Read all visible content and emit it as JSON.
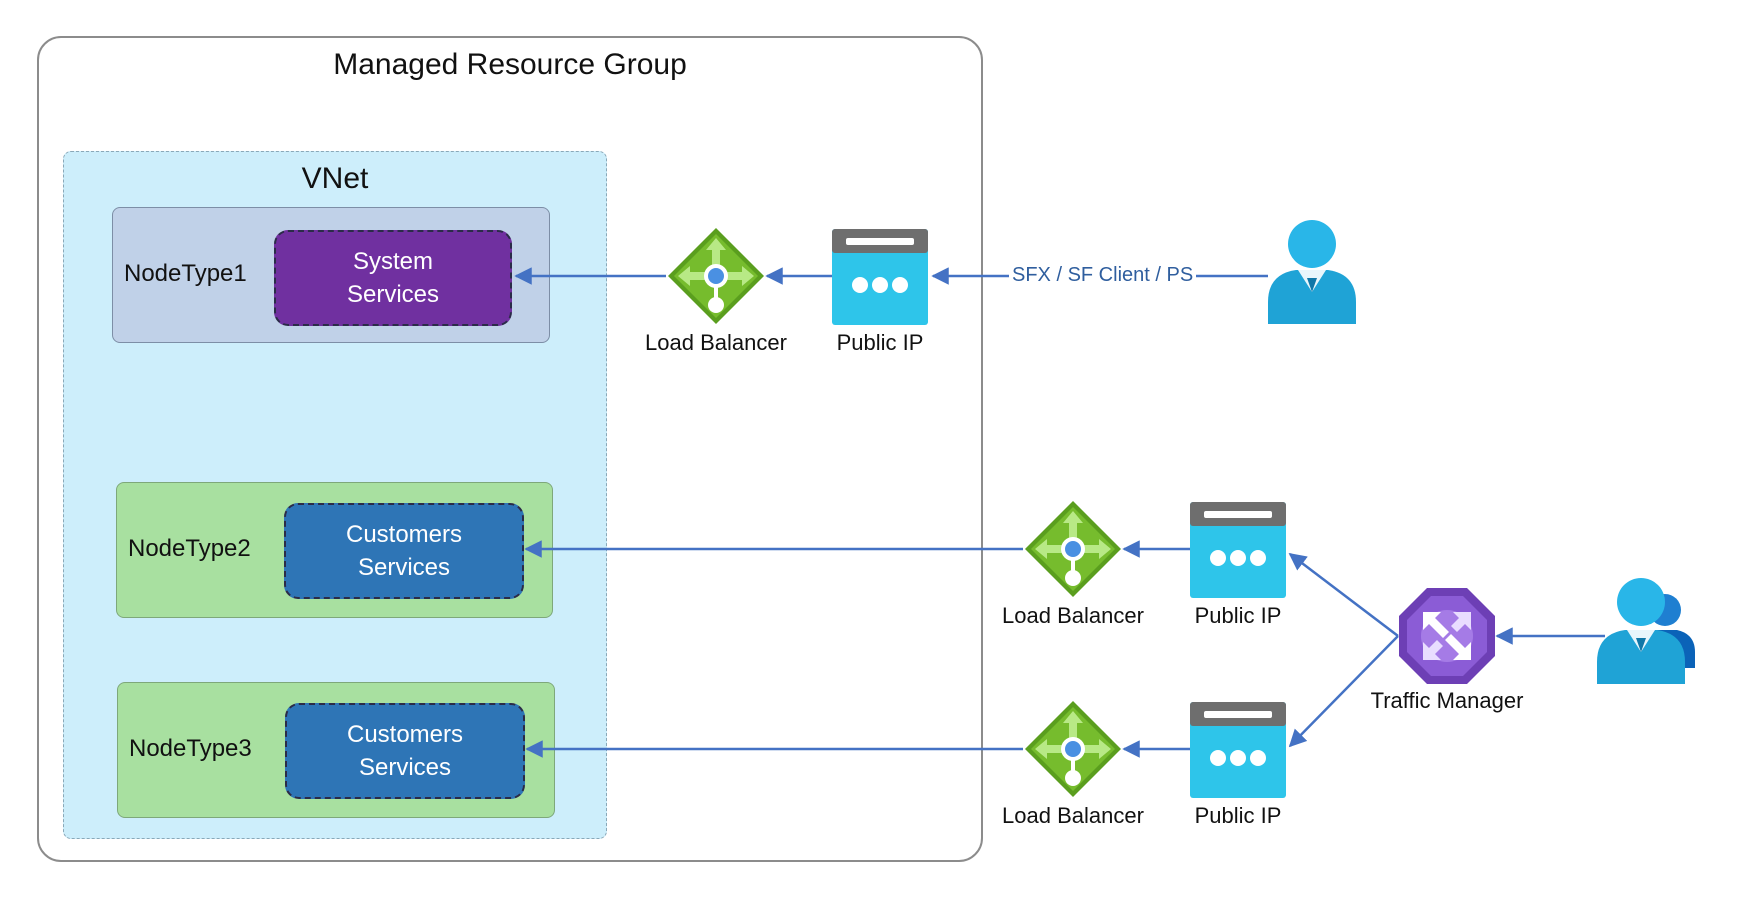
{
  "resource_group": {
    "title": "Managed Resource Group"
  },
  "vnet": {
    "title": "VNet"
  },
  "node_types": [
    {
      "label": "NodeType1",
      "service": [
        "System",
        "Services"
      ]
    },
    {
      "label": "NodeType2",
      "service": [
        "Customers",
        "Services"
      ]
    },
    {
      "label": "NodeType3",
      "service": [
        "Customers",
        "Services"
      ]
    }
  ],
  "load_balancers": [
    {
      "label": "Load Balancer",
      "icon": "load-balancer-icon"
    },
    {
      "label": "Load Balancer",
      "icon": "load-balancer-icon"
    },
    {
      "label": "Load Balancer",
      "icon": "load-balancer-icon"
    }
  ],
  "public_ips": [
    {
      "label": "Public IP",
      "icon": "public-ip-icon"
    },
    {
      "label": "Public IP",
      "icon": "public-ip-icon"
    },
    {
      "label": "Public IP",
      "icon": "public-ip-icon"
    }
  ],
  "traffic_manager": {
    "label": "Traffic Manager",
    "icon": "traffic-manager-icon"
  },
  "admin_link": {
    "label": "SFX / SF Client / PS"
  },
  "users": {
    "admin_icon": "user-icon",
    "customers_icon": "users-group-icon"
  },
  "colors": {
    "arrow": "#4472c4",
    "system_service": "#7030a0",
    "customer_service": "#2e75b6",
    "nodetype1_fill": "#c0d1e8",
    "nodetype_green_fill": "#a8e0a0",
    "vnet_fill": "#cdeefb"
  }
}
